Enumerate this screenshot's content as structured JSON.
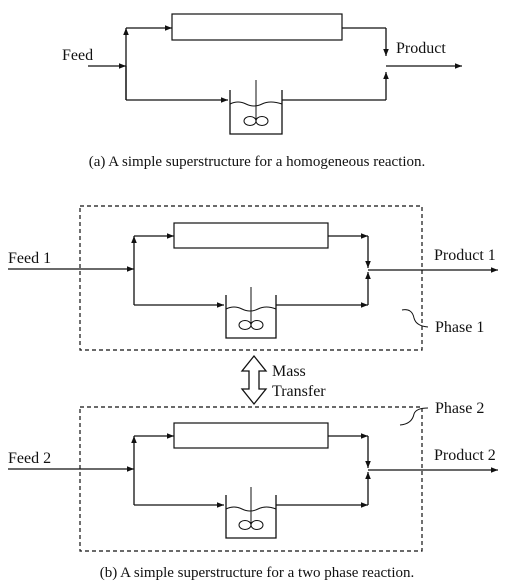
{
  "diagram_a": {
    "feed": "Feed",
    "product": "Product",
    "caption": "(a) A simple superstructure for a homogeneous reaction."
  },
  "diagram_b": {
    "feed_1": "Feed 1",
    "product_1": "Product 1",
    "phase_1": "Phase 1",
    "mass_transfer_line1": "Mass",
    "mass_transfer_line2": "Transfer",
    "phase_2": "Phase 2",
    "feed_2": "Feed 2",
    "product_2": "Product 2",
    "caption": "(b) A simple superstructure for a two phase reaction."
  }
}
